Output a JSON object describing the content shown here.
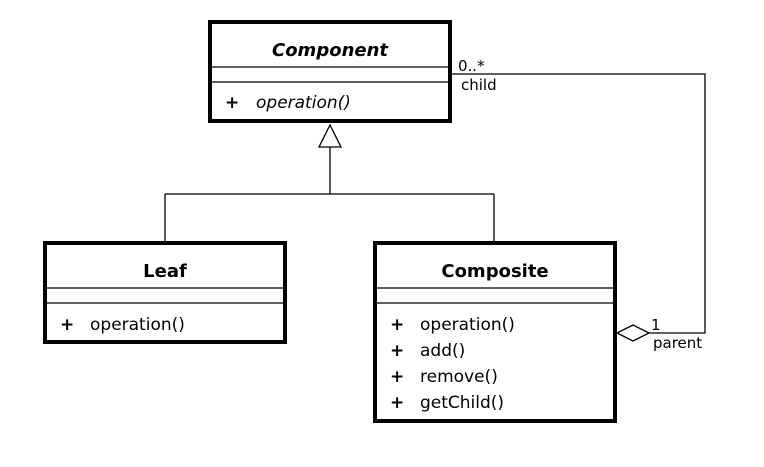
{
  "classes": {
    "component": {
      "name": "Component",
      "operations": [
        {
          "visibility": "+",
          "label": "operation()"
        }
      ]
    },
    "leaf": {
      "name": "Leaf",
      "operations": [
        {
          "visibility": "+",
          "label": "operation()"
        }
      ]
    },
    "composite": {
      "name": "Composite",
      "operations": [
        {
          "visibility": "+",
          "label": "operation()"
        },
        {
          "visibility": "+",
          "label": "add()"
        },
        {
          "visibility": "+",
          "label": "remove()"
        },
        {
          "visibility": "+",
          "label": "getChild()"
        }
      ]
    }
  },
  "association": {
    "child_multiplicity": "0..*",
    "child_role": "child",
    "parent_multiplicity": "1",
    "parent_role": "parent"
  }
}
